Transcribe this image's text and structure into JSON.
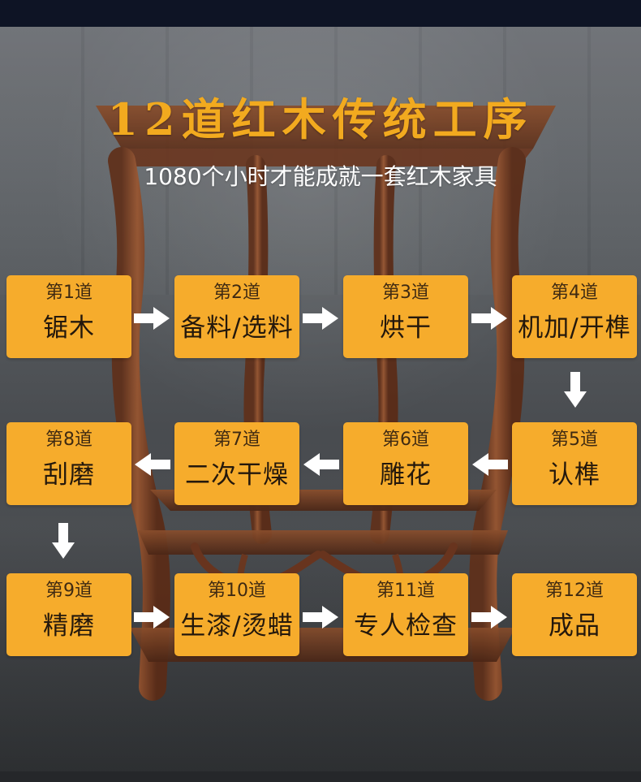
{
  "header": {
    "title": "12道红木传统工序",
    "subtitle": "1080个小时才能成就一套红木家具"
  },
  "steps": [
    {
      "num": "第1道",
      "name": "锯木"
    },
    {
      "num": "第2道",
      "name": "备料/选料"
    },
    {
      "num": "第3道",
      "name": "烘干"
    },
    {
      "num": "第4道",
      "name": "机加/开榫"
    },
    {
      "num": "第5道",
      "name": "认榫"
    },
    {
      "num": "第6道",
      "name": "雕花"
    },
    {
      "num": "第7道",
      "name": "二次干燥"
    },
    {
      "num": "第8道",
      "name": "刮磨"
    },
    {
      "num": "第9道",
      "name": "精磨"
    },
    {
      "num": "第10道",
      "name": "生漆/烫蜡"
    },
    {
      "num": "第11道",
      "name": "专人检查"
    },
    {
      "num": "第12道",
      "name": "成品"
    }
  ],
  "colors": {
    "title": "#f2aa1f",
    "card": "#f6ac2c",
    "arrow": "#ffffff",
    "background_top": "#0e1425"
  },
  "icons": {
    "arrow_right": "arrow-right-icon",
    "arrow_left": "arrow-left-icon",
    "arrow_down": "arrow-down-icon"
  }
}
